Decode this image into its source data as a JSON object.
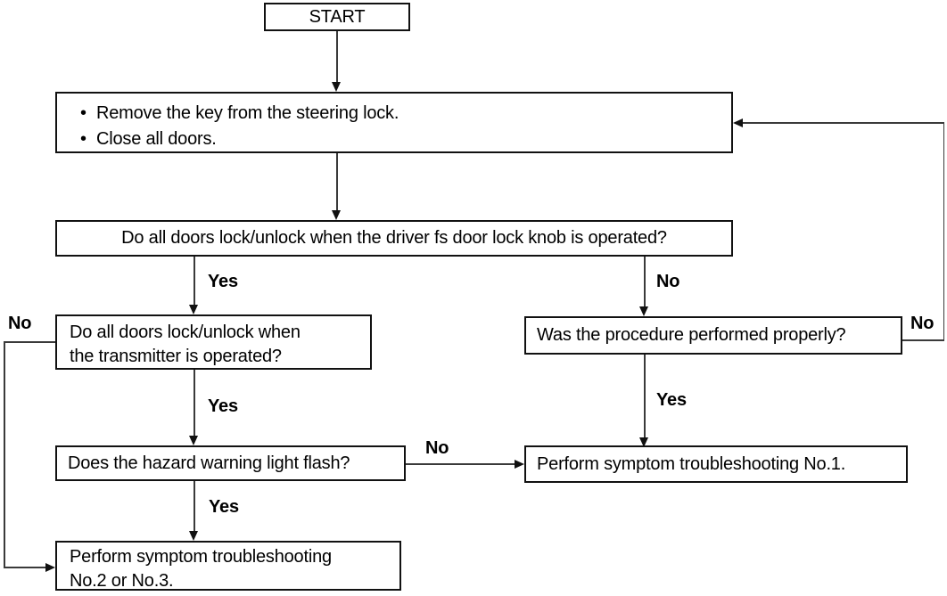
{
  "nodes": {
    "start": {
      "label": "START"
    },
    "prep": {
      "bullet": "•",
      "items": [
        "Remove the key from the steering lock.",
        "Close all doors."
      ]
    },
    "q_knob": {
      "label": "Do all doors lock/unlock when the driver fs door lock knob is operated?"
    },
    "q_transmitter": {
      "lines": [
        "Do all doors lock/unlock when",
        "the transmitter is operated?"
      ]
    },
    "q_hazard": {
      "label": "Does the hazard warning light flash?"
    },
    "q_procedure": {
      "label": "Was the procedure performed properly?"
    },
    "a_no1": {
      "label": "Perform symptom troubleshooting No.1."
    },
    "a_no23": {
      "lines": [
        "Perform symptom troubleshooting",
        "No.2 or No.3."
      ]
    }
  },
  "edge_labels": {
    "knob_yes": "Yes",
    "knob_no": "No",
    "transmitter_yes": "Yes",
    "transmitter_no": "No",
    "hazard_yes": "Yes",
    "hazard_no": "No",
    "procedure_yes": "Yes",
    "procedure_no": "No"
  },
  "colors": {
    "background": "#ffffff",
    "box_border": "#111111",
    "connector_line": "#3a3a3a",
    "text": "#000000"
  }
}
